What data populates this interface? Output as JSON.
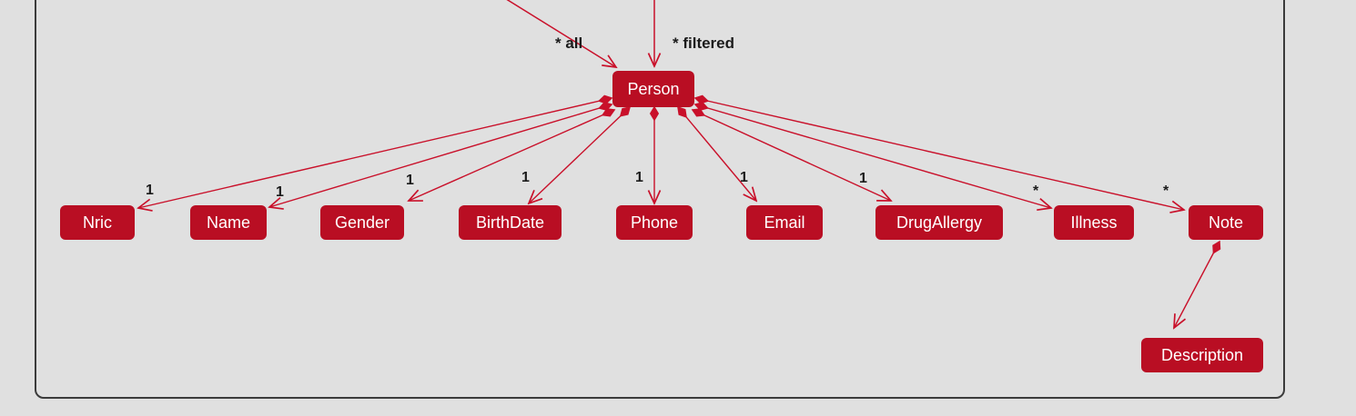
{
  "diagram": {
    "type": "uml-class-diagram",
    "colors": {
      "background": "#E0E0E0",
      "frame_border": "#3B3B3B",
      "node_fill": "#B90E23",
      "node_text": "#FFFFFF",
      "edge": "#C9102A",
      "label_text": "#1B1B1B"
    },
    "person": {
      "label": "Person"
    },
    "incoming_edges": [
      {
        "label": "* all"
      },
      {
        "label": "* filtered"
      }
    ],
    "attributes": [
      {
        "label": "Nric",
        "multiplicity": "1"
      },
      {
        "label": "Name",
        "multiplicity": "1"
      },
      {
        "label": "Gender",
        "multiplicity": "1"
      },
      {
        "label": "BirthDate",
        "multiplicity": "1"
      },
      {
        "label": "Phone",
        "multiplicity": "1"
      },
      {
        "label": "Email",
        "multiplicity": "1"
      },
      {
        "label": "DrugAllergy",
        "multiplicity": "1"
      },
      {
        "label": "Illness",
        "multiplicity": "*"
      },
      {
        "label": "Note",
        "multiplicity": "*"
      }
    ],
    "note_child": {
      "label": "Description"
    }
  }
}
